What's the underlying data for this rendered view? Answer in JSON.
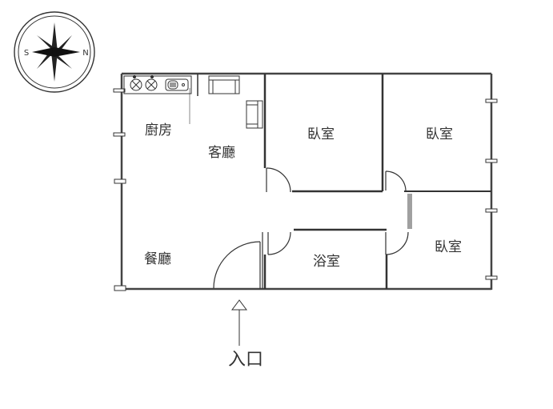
{
  "compass": {
    "north": "N",
    "south": "S"
  },
  "rooms": {
    "kitchen": "廚房",
    "living": "客廳",
    "dining": "餐廳",
    "bedroom_1": "臥室",
    "bedroom_2": "臥室",
    "bedroom_3": "臥室",
    "bathroom": "浴室"
  },
  "entrance": "入口",
  "colors": {
    "wall": "#333333",
    "line": "#444444",
    "background": "#ffffff",
    "divider": "#a0a0a0"
  }
}
